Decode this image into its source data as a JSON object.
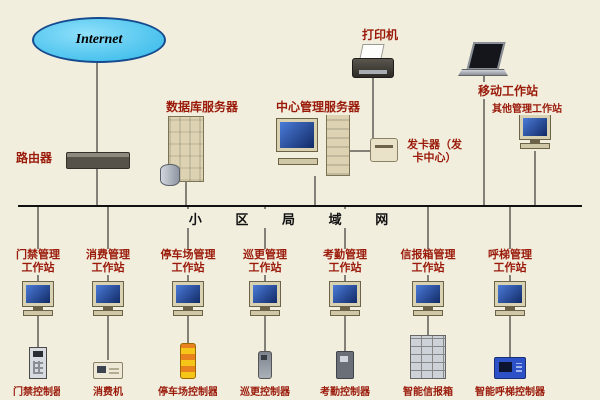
{
  "colors": {
    "background": "#f2eedd",
    "label_red": "#9a1a0a",
    "cloud_fill": "#2eb6e8",
    "screen_navy": "#122a66",
    "line_black": "#111111"
  },
  "internet": {
    "label": "Internet"
  },
  "top": {
    "router_label": "路由器",
    "db_label": "数据库服务器",
    "server_label": "中心管理服务器",
    "printer_label": "打印机",
    "card_label": "发卡器（发卡中心）",
    "mobile_label": "移动工作站",
    "other_label": "其他管理工作站"
  },
  "bus": {
    "label": "小 区 局 域 网"
  },
  "columns": [
    {
      "l1": "门禁管理",
      "l2": "工作站",
      "device": "门禁控制器"
    },
    {
      "l1": "消费管理",
      "l2": "工作站",
      "device": "消费机"
    },
    {
      "l1": "停车场管理",
      "l2": "工作站",
      "device": "停车场控制器"
    },
    {
      "l1": "巡更管理",
      "l2": "工作站",
      "device": "巡更控制器"
    },
    {
      "l1": "考勤管理",
      "l2": "工作站",
      "device": "考勤控制器"
    },
    {
      "l1": "信报箱管理",
      "l2": "工作站",
      "device": "智能信报箱"
    },
    {
      "l1": "呼梯管理",
      "l2": "工作站",
      "device": "智能呼梯控制器"
    }
  ]
}
